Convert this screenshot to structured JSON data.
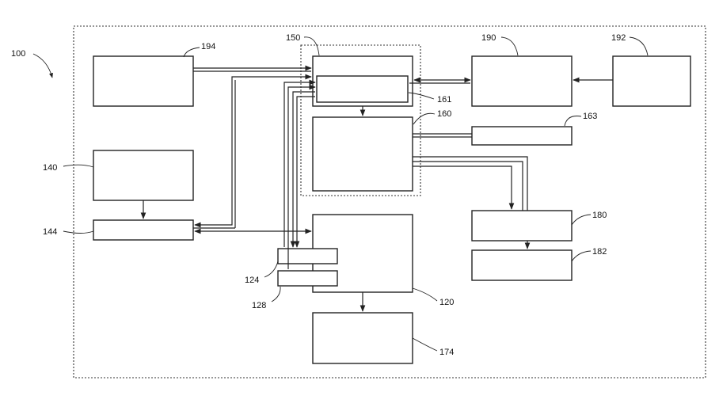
{
  "labels": {
    "system": "100",
    "controller": "120",
    "element_124": "124",
    "element_128": "128",
    "block_140": "140",
    "block_144": "144",
    "module_150": "150",
    "block_160": "160",
    "block_161": "161",
    "block_163": "163",
    "block_174": "174",
    "block_180": "180",
    "block_182": "182",
    "block_190": "190",
    "block_192": "192",
    "block_194": "194"
  }
}
